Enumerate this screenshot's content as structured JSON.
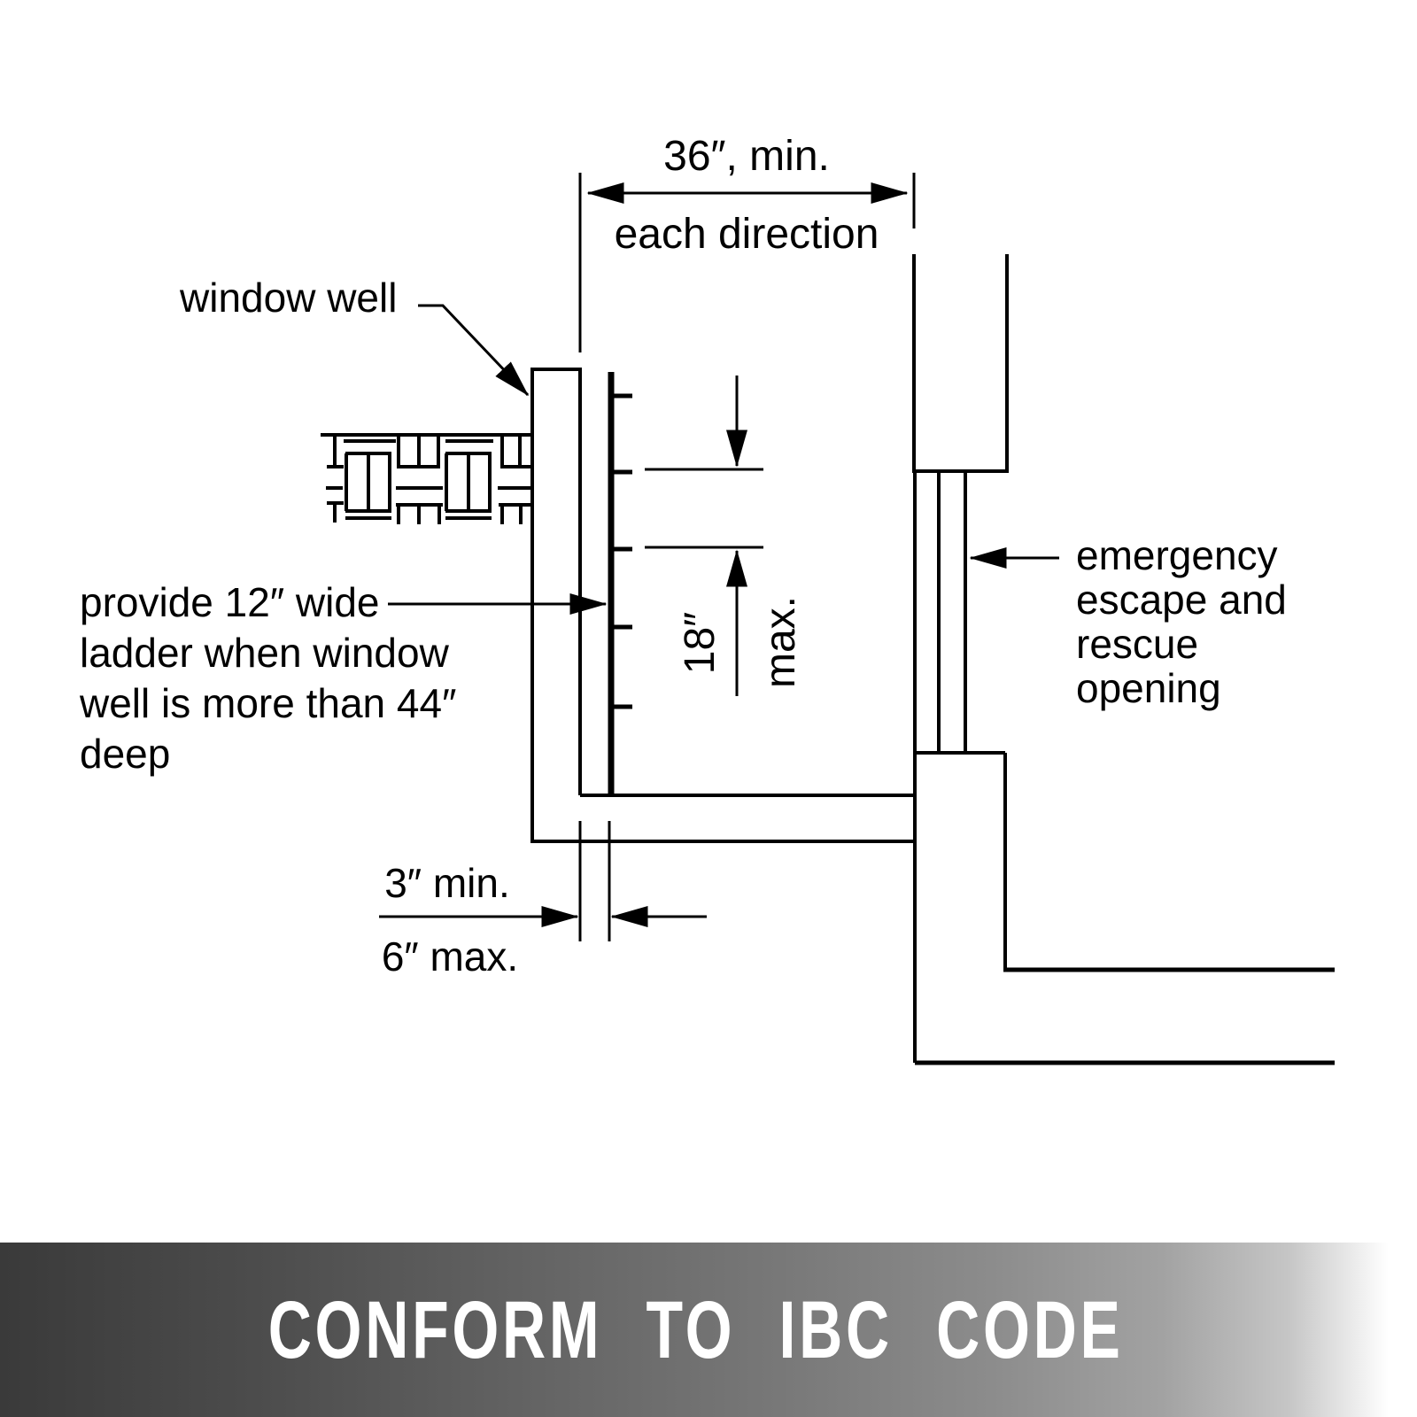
{
  "colors": {
    "line": "#000000",
    "banner_text": "#ffffff",
    "banner_dark": "#3a3a3a"
  },
  "diagram": {
    "top_dimension": {
      "value": "36″, min.",
      "note": "each direction"
    },
    "window_well_label": "window well",
    "ladder_note": [
      "provide 12″ wide",
      "ladder when window",
      "well is more than 44″",
      "deep"
    ],
    "rung_spacing_value": "18″",
    "rung_spacing_qualifier": "max.",
    "emergency_label": [
      "emergency",
      "escape and",
      "rescue",
      "opening"
    ],
    "offset_min": "3″ min.",
    "offset_max": "6″ max."
  },
  "banner": {
    "text": "CONFORM TO IBC CODE"
  }
}
